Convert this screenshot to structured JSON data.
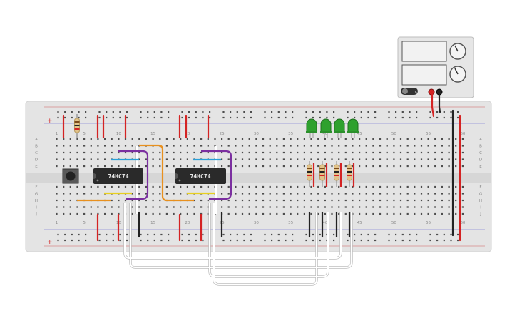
{
  "breadboard": {
    "column_numbers_top": [
      "1",
      "5",
      "10",
      "15",
      "20",
      "25",
      "30",
      "35",
      "40",
      "45",
      "50",
      "55",
      "60"
    ],
    "column_numbers_bottom": [
      "1",
      "5",
      "10",
      "15",
      "20",
      "25",
      "30",
      "35",
      "40",
      "45",
      "50",
      "55",
      "60"
    ],
    "row_letters_top": [
      "A",
      "B",
      "C",
      "D",
      "E"
    ],
    "row_letters_bottom": [
      "F",
      "G",
      "H",
      "I",
      "J"
    ],
    "rail_plus": "+",
    "rail_minus": "−",
    "colors": {
      "board": "#e4e4e4",
      "hole": "#4a4a4a",
      "red": "#d42323",
      "black": "#222222"
    }
  },
  "chips": [
    {
      "label": "74HC74"
    },
    {
      "label": "74HC74"
    }
  ],
  "power_supply": {
    "switch_label": "OFF"
  },
  "leds": {
    "count": 4,
    "color": "#2ea12e"
  },
  "wire_colors": {
    "red": "#d42323",
    "black": "#222222",
    "purple": "#7b2fa0",
    "orange": "#e8901e",
    "blue": "#2a9fd8",
    "yellow": "#e8cf1e",
    "white": "#ffffff"
  }
}
